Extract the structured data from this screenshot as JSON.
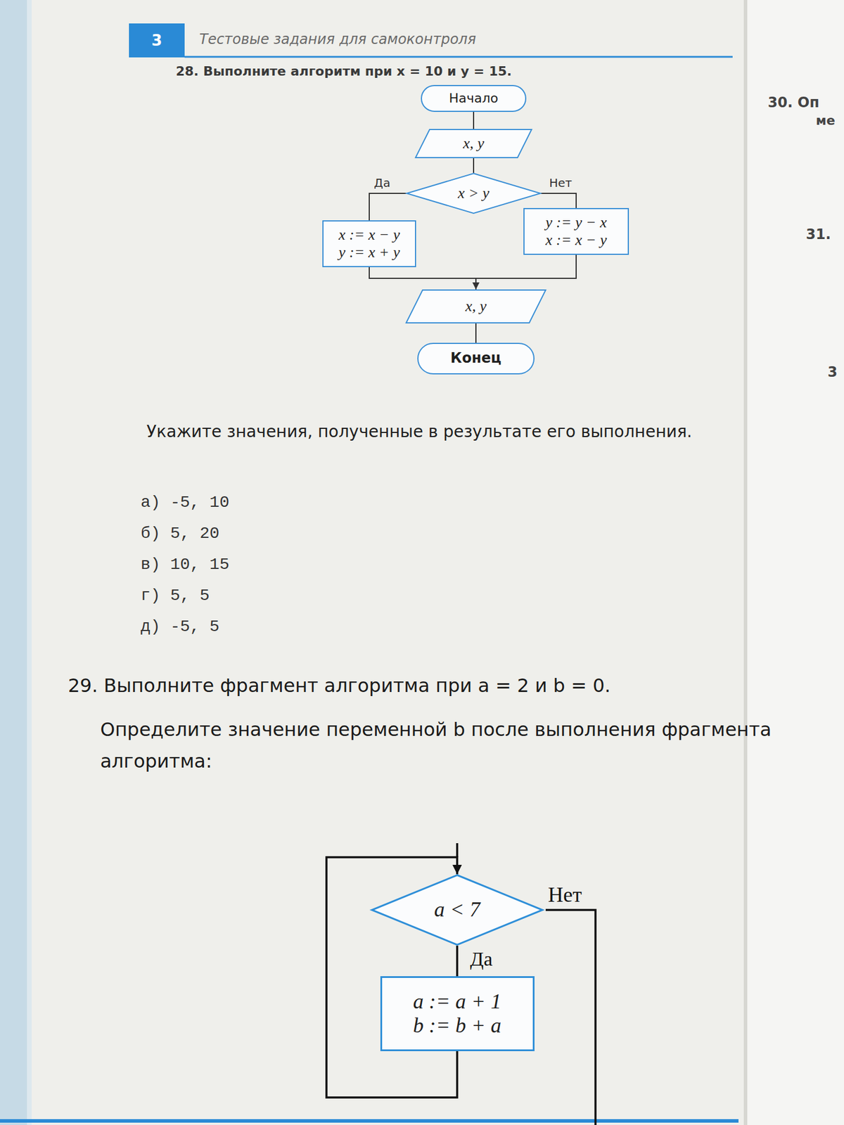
{
  "diagram": {
    "nodes": [
      {
        "text": [
          "Начало"
        ]
      },
      {
        "text": [
          "x, y"
        ]
      },
      {
        "text": [
          "x > y"
        ]
      },
      {
        "text": [
          "x := x − y y := x + y"
        ]
      },
      {
        "text": [
          "y := y − x x := x − y"
        ]
      },
      {
        "text": [
          "x, y"
        ]
      },
      {
        "text": [
          "Конец"
        ]
      },
      {
        "text": [
          "a < 7"
        ]
      },
      {
        "text": [
          "a := a + 1 b := b + a"
        ]
      }
    ],
    "edges": [
      {
        "from": 0,
        "to": 1,
        "arrow": "none"
      },
      {
        "from": 1,
        "to": 2,
        "arrow": "none"
      },
      {
        "from": 2,
        "to": 3,
        "label": "Да",
        "arrow": "none"
      },
      {
        "from": 2,
        "to": 4,
        "label": "Нет",
        "arrow": "none"
      },
      {
        "from": 3,
        "to": 5,
        "arrow": "none"
      },
      {
        "from": 4,
        "to": 5,
        "arrow": "to"
      },
      {
        "from": 5,
        "to": 6,
        "arrow": "none"
      },
      {
        "from": 7,
        "to": 8,
        "label": "Да",
        "arrow": "none"
      },
      {
        "from": 8,
        "to": 7,
        "arrow": "to"
      }
    ],
    "labels": [
      "3",
      "Тестовые задания для самоконтроля",
      "28. Выполните алгоритм при x = 10 и y = 15.",
      "Укажите значения, полученные в результате его выполнения.",
      "а) -5, 10",
      "б) 5, 20",
      "в) 10, 15",
      "г) 5, 5",
      "д) -5, 5",
      "29. Выполните фрагмент алгоритма при a = 2 и b = 0.",
      "Определите значение переменной b после выполнения фрагмента алгоритма:",
      "Нет",
      "30. Оп",
      "ме",
      "31.",
      "3"
    ]
  }
}
